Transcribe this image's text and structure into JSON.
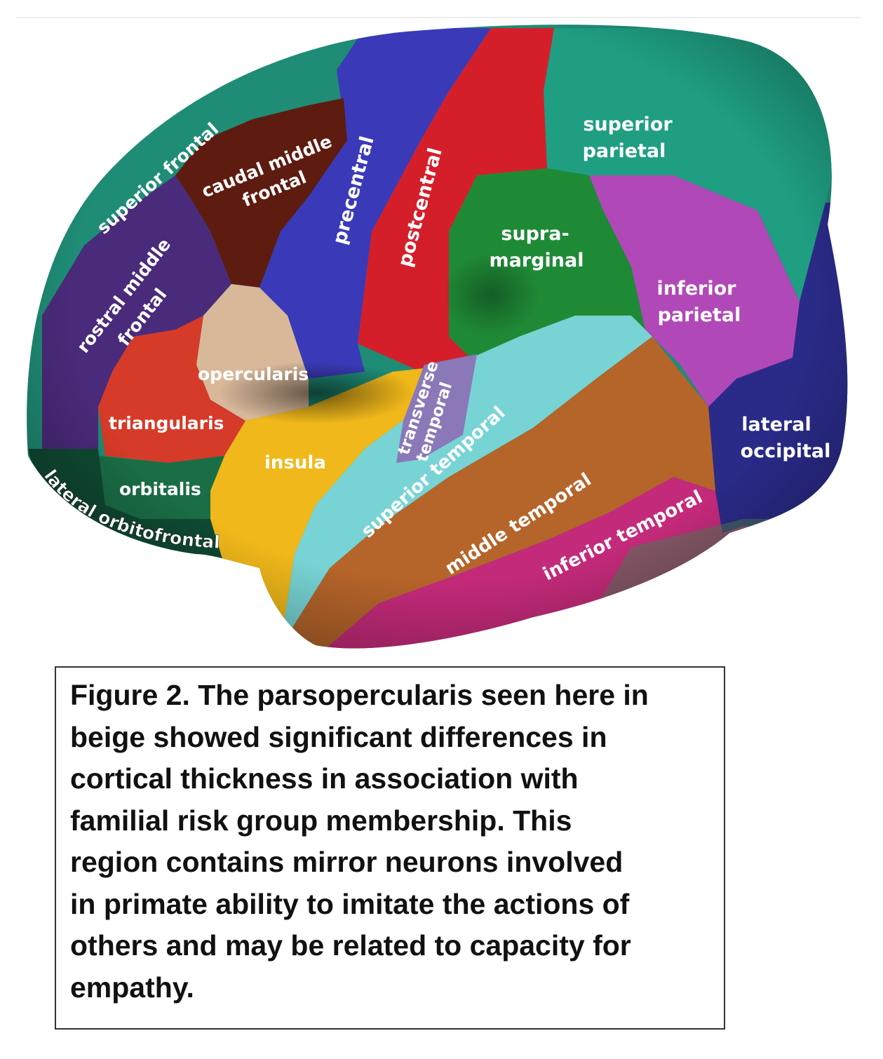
{
  "regions": [
    {
      "id": "superior-frontal",
      "label": "superior frontal",
      "color": "#1f8c75"
    },
    {
      "id": "caudal-middle-frontal",
      "label": "caudal middle\nfrontal",
      "color": "#5e1b10"
    },
    {
      "id": "precentral",
      "label": "precentral",
      "color": "#3a3ab8"
    },
    {
      "id": "postcentral",
      "label": "postcentral",
      "color": "#d41f2b"
    },
    {
      "id": "superior-parietal",
      "label": "superior\nparietal",
      "color": "#1f9e82"
    },
    {
      "id": "supramarginal",
      "label": "supra-\nmarginal",
      "color": "#1f8a36"
    },
    {
      "id": "inferior-parietal",
      "label": "inferior\nparietal",
      "color": "#b148b8"
    },
    {
      "id": "rostral-middle-frontal",
      "label": "rostral middle\nfrontal",
      "color": "#4a2a7a"
    },
    {
      "id": "opercularis",
      "label": "opercularis",
      "color": "#d9b89a"
    },
    {
      "id": "triangularis",
      "label": "triangularis",
      "color": "#d63a28"
    },
    {
      "id": "transverse-temporal",
      "label": "transverse\ntemporal",
      "color": "#8a78b8"
    },
    {
      "id": "insula",
      "label": "insula",
      "color": "#f0b81a"
    },
    {
      "id": "superior-temporal",
      "label": "superior temporal",
      "color": "#78d4d4"
    },
    {
      "id": "middle-temporal",
      "label": "middle temporal",
      "color": "#b5642a"
    },
    {
      "id": "inferior-temporal",
      "label": "inferior temporal",
      "color": "#c42a7a"
    },
    {
      "id": "lateral-occipital",
      "label": "lateral\noccipital",
      "color": "#2a2a88"
    },
    {
      "id": "orbitalis",
      "label": "orbitalis",
      "color": "#1a6e46"
    },
    {
      "id": "lateral-orbitofrontal",
      "label": "lateral orbitofrontal",
      "color": "#0f4a33"
    }
  ],
  "caption": {
    "text": "Figure 2. The parsopercularis seen here in\nbeige showed significant differences in\ncortical thickness in association with\nfamilial risk group membership. This\nregion contains mirror neurons involved\nin primate ability to imitate the actions of\nothers and may be related to capacity for\nempathy."
  }
}
